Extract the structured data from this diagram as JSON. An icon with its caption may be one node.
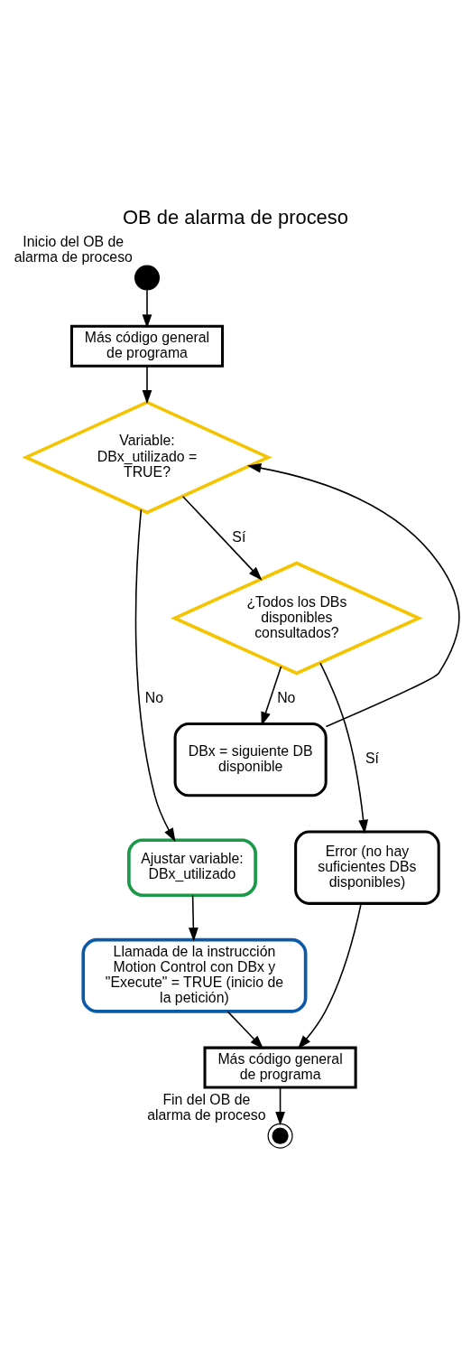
{
  "diagram": {
    "title": "OB de alarma de proceso",
    "nodes": [
      {
        "text": [],
        "shape": "circle",
        "beside": [
          "Inicio del OB de alarma de proceso"
        ]
      },
      {
        "text": [
          "Más código general de programa"
        ]
      },
      {
        "text": [
          "Variable: DBx_utilizado = TRUE?"
        ]
      },
      {
        "text": [
          "¿Todos los DBs disponibles consultados?"
        ]
      },
      {
        "text": [
          "DBx = siguiente DB disponible"
        ]
      },
      {
        "text": [
          "Ajustar variable: DBx_utilizado"
        ]
      },
      {
        "text": [
          "Llamada de la instrucción Motion Control con DBx y \"Execute\" = TRUE (inicio de la petición)"
        ]
      },
      {
        "text": [
          "Error (no hay suficientes DBs disponibles)"
        ]
      },
      {
        "text": [
          "Más código general de programa"
        ]
      },
      {
        "text": [],
        "shape": "circle",
        "beside": [
          "Fin del OB de alarma de proceso"
        ]
      }
    ],
    "edges": [
      {
        "from": 0,
        "to": 1,
        "arrow": "to"
      },
      {
        "from": 1,
        "to": 2,
        "arrow": "to"
      },
      {
        "from": 2,
        "to": 3,
        "arrow": "to",
        "label": "Sí"
      },
      {
        "from": 2,
        "to": 5,
        "arrow": "to",
        "label": "No"
      },
      {
        "from": 3,
        "to": 4,
        "arrow": "to",
        "label": "No"
      },
      {
        "from": 3,
        "to": 7,
        "arrow": "to",
        "label": "Sí"
      },
      {
        "from": 4,
        "to": 2,
        "arrow": "to"
      },
      {
        "from": 5,
        "to": 6,
        "arrow": "to"
      },
      {
        "from": 6,
        "to": 8,
        "arrow": "to"
      },
      {
        "from": 7,
        "to": 8,
        "arrow": "to"
      },
      {
        "from": 8,
        "to": 9,
        "arrow": "to"
      }
    ]
  }
}
